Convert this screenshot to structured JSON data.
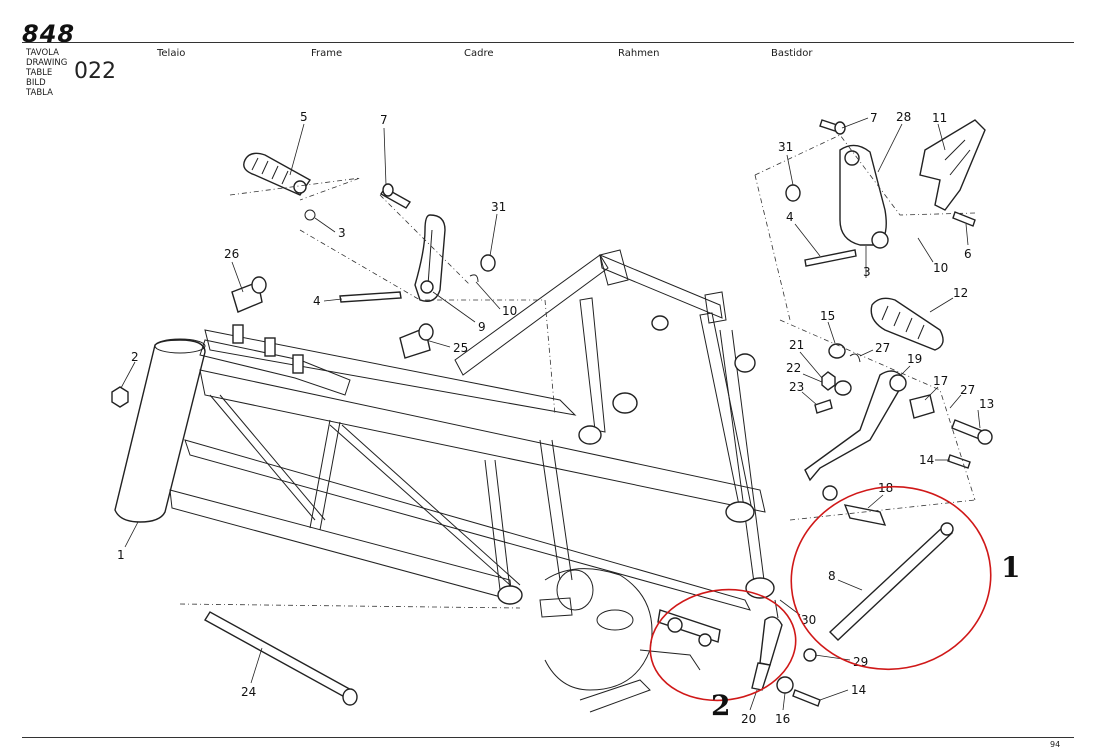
{
  "header": {
    "logo": "848",
    "labels": [
      "TAVOLA",
      "DRAWING",
      "TABLE",
      "BILD",
      "TABLA"
    ],
    "table_number": "022",
    "titles": {
      "it": "Telaio",
      "en": "Frame",
      "fr": "Cadre",
      "de": "Rahmen",
      "es": "Bastidor"
    }
  },
  "footer": {
    "page_number": "94"
  },
  "callouts": {
    "c_5": "5",
    "c_7a": "7",
    "c_3a": "3",
    "c_31a": "31",
    "c_26": "26",
    "c_4a": "4",
    "c_10a": "10",
    "c_9": "9",
    "c_25": "25",
    "c_2": "2",
    "c_1": "1",
    "c_24": "24",
    "c_7b": "7",
    "c_28": "28",
    "c_11": "11",
    "c_31b": "31",
    "c_4b": "4",
    "c_6": "6",
    "c_10b": "10",
    "c_3b": "3",
    "c_12": "12",
    "c_15": "15",
    "c_21": "21",
    "c_27a": "27",
    "c_19": "19",
    "c_22": "22",
    "c_17": "17",
    "c_27b": "27",
    "c_23": "23",
    "c_13": "13",
    "c_14a": "14",
    "c_18": "18",
    "c_8": "8",
    "c_30": "30",
    "c_29": "29",
    "c_14b": "14",
    "c_16": "16",
    "c_20": "20"
  },
  "annotations": {
    "circle_1": "1",
    "circle_2": "2"
  },
  "colors": {
    "annotation": "#d01818",
    "line": "#222222"
  }
}
